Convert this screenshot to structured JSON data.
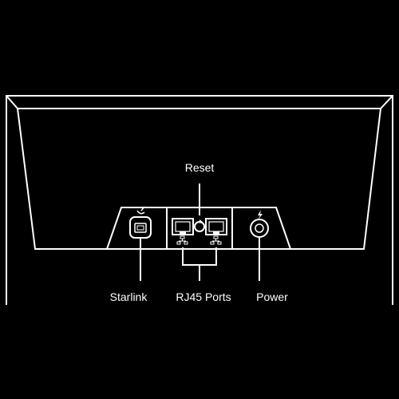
{
  "diagram": {
    "labels": {
      "reset": "Reset",
      "starlink": "Starlink",
      "rj45_ports": "RJ45 Ports",
      "power": "Power"
    },
    "colors": {
      "background": "#000000",
      "line": "#ffffff"
    }
  }
}
